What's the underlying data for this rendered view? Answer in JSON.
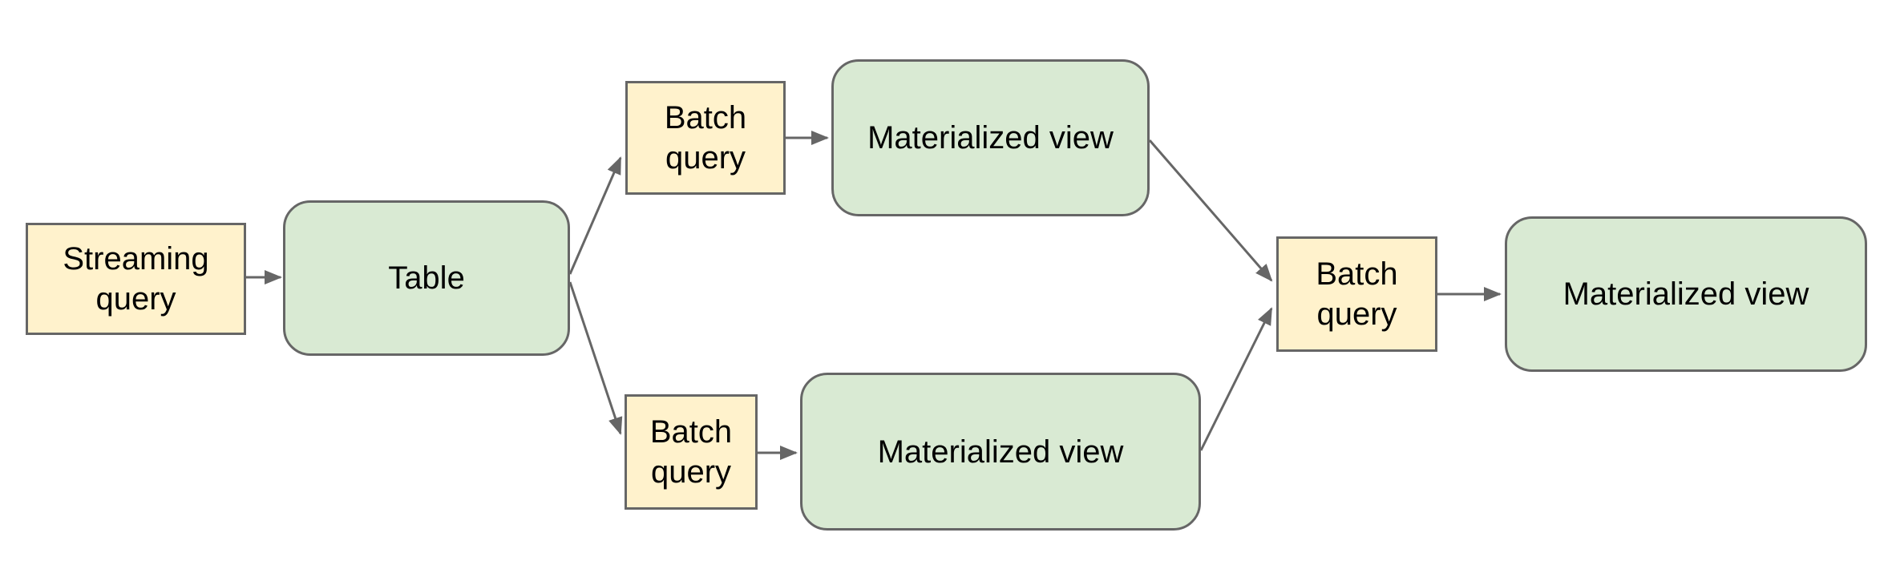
{
  "diagram": {
    "nodes": {
      "streaming_query": {
        "label": "Streaming query",
        "shape": "rectangle",
        "fill": "yellow"
      },
      "table": {
        "label": "Table",
        "shape": "rounded",
        "fill": "green"
      },
      "batch_query_top": {
        "label": "Batch query",
        "shape": "rectangle",
        "fill": "yellow"
      },
      "mat_view_top": {
        "label": "Materialized view",
        "shape": "rounded",
        "fill": "green"
      },
      "batch_query_bottom": {
        "label": "Batch query",
        "shape": "rectangle",
        "fill": "yellow"
      },
      "mat_view_bottom": {
        "label": "Materialized view",
        "shape": "rounded",
        "fill": "green"
      },
      "batch_query_final": {
        "label": "Batch query",
        "shape": "rectangle",
        "fill": "yellow"
      },
      "mat_view_final": {
        "label": "Materialized view",
        "shape": "rounded",
        "fill": "green"
      }
    },
    "edges": [
      {
        "from": "streaming_query",
        "to": "table"
      },
      {
        "from": "table",
        "to": "batch_query_top"
      },
      {
        "from": "table",
        "to": "batch_query_bottom"
      },
      {
        "from": "batch_query_top",
        "to": "mat_view_top"
      },
      {
        "from": "batch_query_bottom",
        "to": "mat_view_bottom"
      },
      {
        "from": "mat_view_top",
        "to": "batch_query_final"
      },
      {
        "from": "mat_view_bottom",
        "to": "batch_query_final"
      },
      {
        "from": "batch_query_final",
        "to": "mat_view_final"
      }
    ],
    "colors": {
      "query_fill": "#fff2cc",
      "table_view_fill": "#d9ead3",
      "border": "#666666",
      "arrow": "#666666",
      "text": "#000000",
      "background": "#ffffff"
    }
  }
}
